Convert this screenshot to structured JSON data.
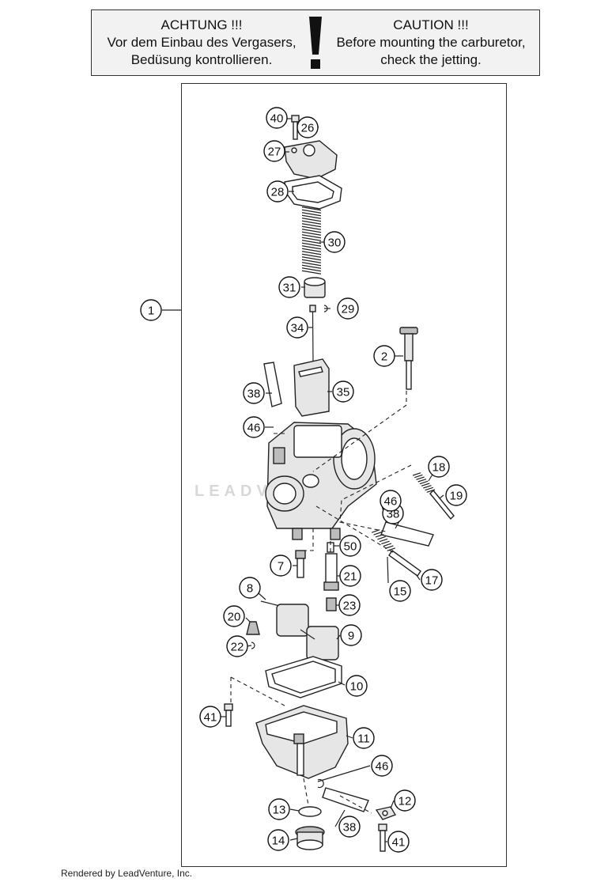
{
  "caution": {
    "de_title": "ACHTUNG !!!",
    "de_line1": "Vor dem Einbau des Vergasers,",
    "de_line2": "Bedüsung kontrollieren.",
    "en_title": "CAUTION !!!",
    "en_line1": "Before mounting the carburetor,",
    "en_line2": "check the jetting."
  },
  "watermark": "LEADVENTURE",
  "footer": "Rendered by LeadVenture, Inc.",
  "callouts": [
    "1",
    "2",
    "7",
    "8",
    "9",
    "10",
    "11",
    "12",
    "13",
    "14",
    "15",
    "17",
    "18",
    "19",
    "20",
    "21",
    "22",
    "23",
    "26",
    "27",
    "28",
    "29",
    "30",
    "31",
    "34",
    "35",
    "38",
    "38",
    "38",
    "40",
    "41",
    "41",
    "46",
    "46",
    "46",
    "50"
  ]
}
